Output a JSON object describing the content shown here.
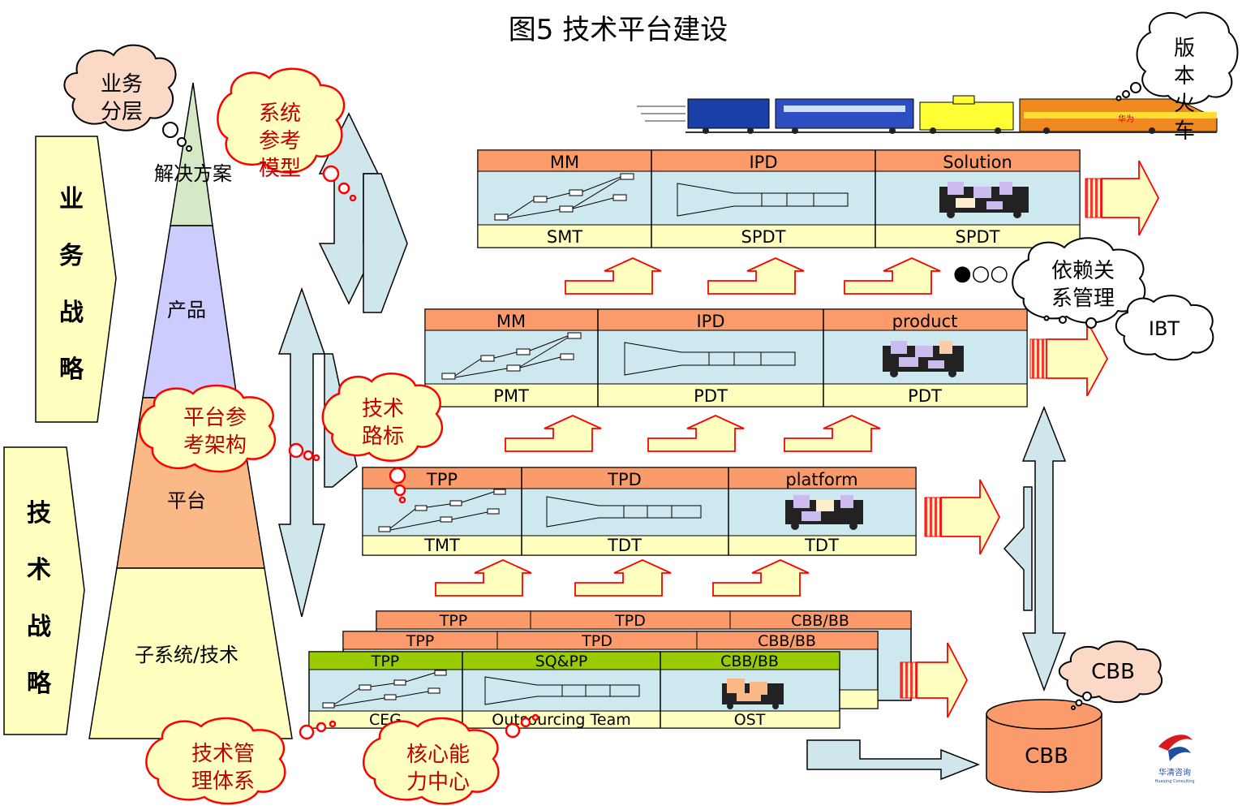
{
  "title": "图5  技术平台建设",
  "strategy": {
    "business": [
      "业",
      "务",
      "战",
      "略"
    ],
    "technology": [
      "技",
      "术",
      "战",
      "略"
    ]
  },
  "pyramid": {
    "levels": [
      {
        "label": "解决方案",
        "color": "#d6e9c6"
      },
      {
        "label": "产品",
        "color": "#ccccff"
      },
      {
        "label": "平台",
        "color": "#fbb987"
      },
      {
        "label": "子系统/技术",
        "color": "#ffffc0"
      }
    ]
  },
  "clouds": {
    "business_layer": [
      "业务",
      "分层"
    ],
    "system_ref": [
      "系统",
      "参考",
      "模型"
    ],
    "platform_ref": [
      "平台参",
      "考架构"
    ],
    "tech_roadmap": [
      "技术",
      "路标"
    ],
    "tech_mgmt": [
      "技术管",
      "理体系"
    ],
    "core_center": [
      "核心能",
      "力中心"
    ],
    "version_train": [
      "版",
      "本",
      "火",
      "车"
    ],
    "dependency": [
      "依赖关",
      "系管理"
    ],
    "ibt": [
      "IBT"
    ],
    "cbb": [
      "CBB"
    ]
  },
  "layers": {
    "solution": {
      "headers": [
        "MM",
        "IPD",
        "Solution"
      ],
      "footers": [
        "SMT",
        "SPDT",
        "SPDT"
      ]
    },
    "product": {
      "headers": [
        "MM",
        "IPD",
        "product"
      ],
      "footers": [
        "PMT",
        "PDT",
        "PDT"
      ]
    },
    "platform": {
      "headers": [
        "TPP",
        "TPD",
        "platform"
      ],
      "footers": [
        "TMT",
        "TDT",
        "TDT"
      ]
    },
    "cbb_back1": {
      "headers": [
        "TPP",
        "TPD",
        "CBB/BB"
      ]
    },
    "cbb_back2": {
      "headers": [
        "TPP",
        "TPD",
        "CBB/BB"
      ]
    },
    "cbb_front": {
      "headers": [
        "TPP",
        "SQ&PP",
        "CBB/BB"
      ],
      "footers": [
        "CEG",
        "Outsourcing Team",
        "OST"
      ]
    }
  },
  "dots": "●○○",
  "cbb_db": "CBB",
  "train_logo": "华为",
  "logo": {
    "name": "华清咨询",
    "sub": "Huaqing Consulting"
  },
  "colors": {
    "header": "#fb9b6b",
    "header_green": "#99cc00",
    "body": "#cde8ee",
    "footer": "#ffffc0",
    "arrow_fill": "#ffffc0",
    "arrow_stroke": "#ff0000",
    "blue_arrow": "#cfe7ec",
    "cloud_fill": "#fbd9c6",
    "cloud_fill2": "#ffffc0",
    "cloud_red": "#ff0000",
    "strategy_fill": "#ffffc0"
  }
}
